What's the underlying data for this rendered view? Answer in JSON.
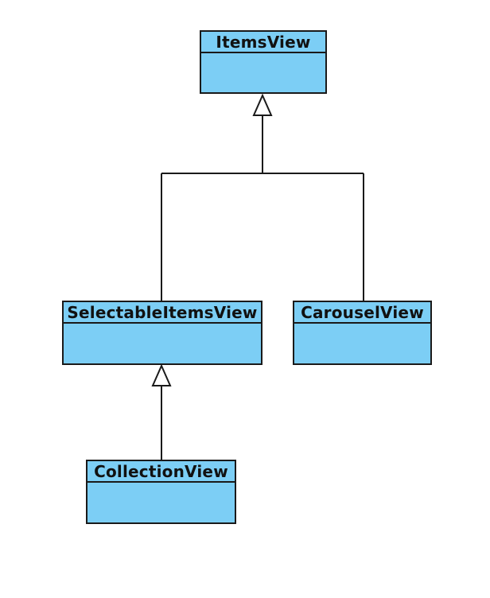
{
  "diagram": {
    "type": "uml-class-inheritance",
    "classes": [
      {
        "id": "itemsview",
        "name": "ItemsView"
      },
      {
        "id": "selectableitemsview",
        "name": "SelectableItemsView"
      },
      {
        "id": "carouselview",
        "name": "CarouselView"
      },
      {
        "id": "collectionview",
        "name": "CollectionView"
      }
    ],
    "relationships": [
      {
        "type": "generalization",
        "from": "selectableitemsview",
        "to": "itemsview"
      },
      {
        "type": "generalization",
        "from": "carouselview",
        "to": "itemsview"
      },
      {
        "type": "generalization",
        "from": "collectionview",
        "to": "selectableitemsview"
      }
    ],
    "colors": {
      "class_fill": "#7ccef5",
      "stroke": "#1a1a1a",
      "background": "#ffffff"
    }
  }
}
